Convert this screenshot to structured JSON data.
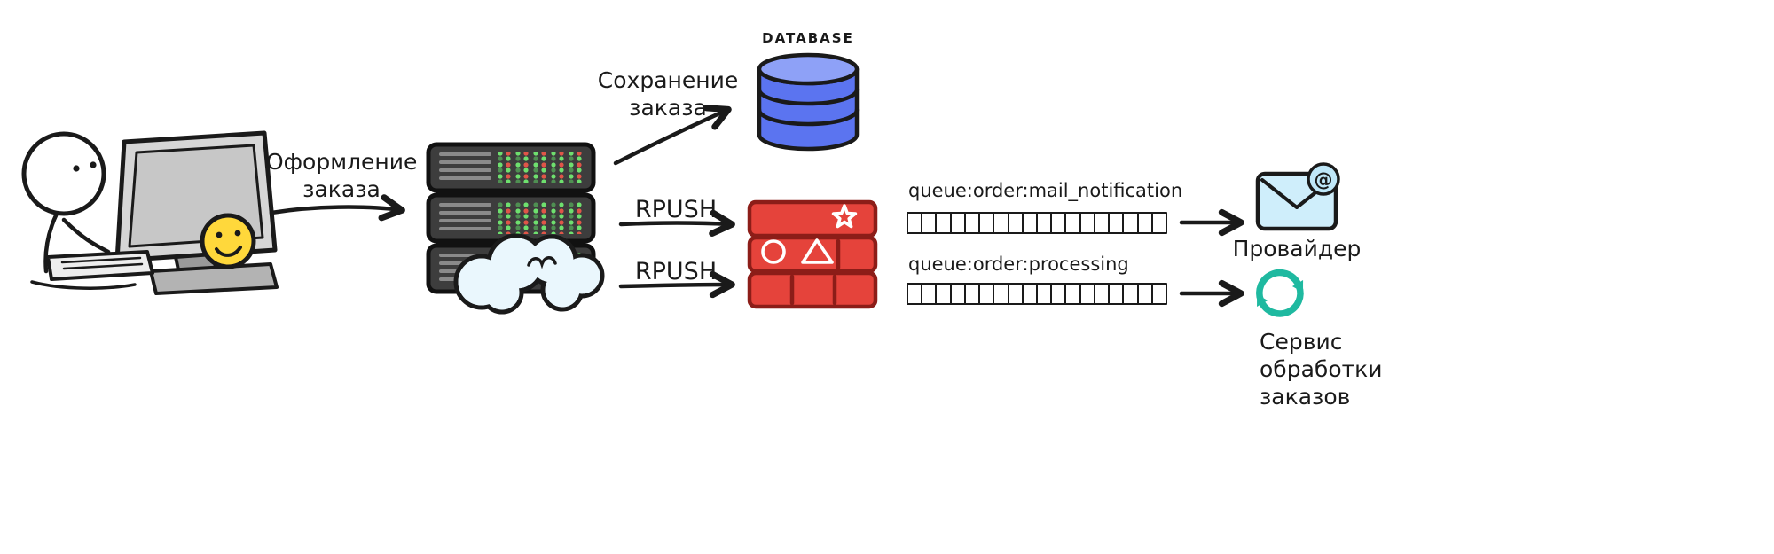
{
  "colors": {
    "stroke": "#1a1a1a",
    "monitor_gray": "#d6d6d6",
    "server_dark": "#3d3d3d",
    "led_green": "#6ee06e",
    "led_red": "#e05548",
    "smiley_yellow": "#ffd83b",
    "cloud_fill": "#eaf7fd",
    "database_fill": "#5b74f0",
    "database_top": "#8ea1f7",
    "redis_red": "#e5433b",
    "redis_stroke": "#8c1d18",
    "envelope_fill": "#cfeefb",
    "sync_teal": "#1fb9a0"
  },
  "flows": {
    "order_placement": {
      "label_lines": [
        "Оформление",
        "заказа"
      ]
    },
    "save_order": {
      "label_lines": [
        "Сохранение",
        "заказа"
      ]
    },
    "rpush_mail": {
      "label": "RPUSH"
    },
    "rpush_processing": {
      "label": "RPUSH"
    }
  },
  "database": {
    "label": "DATABASE"
  },
  "queues": {
    "mail": {
      "label": "queue:order:mail_notification",
      "cells": 18
    },
    "processing": {
      "label": "queue:order:processing",
      "cells": 18
    }
  },
  "consumers": {
    "mail_provider": {
      "label": "Провайдер",
      "at_symbol": "@"
    },
    "order_service": {
      "label_lines": [
        "Сервис",
        "обработки",
        "заказов"
      ]
    }
  }
}
